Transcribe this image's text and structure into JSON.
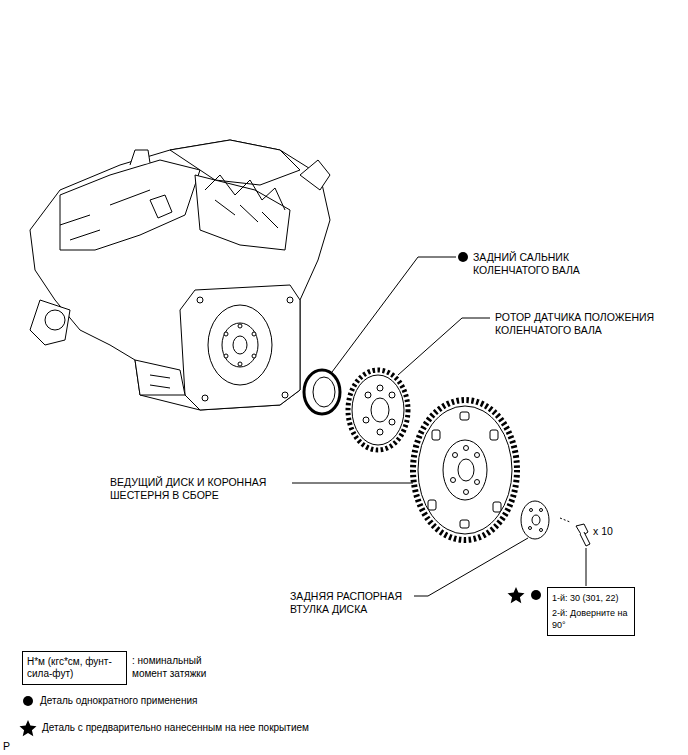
{
  "diagram": {
    "nodes": [
      {
        "text": [
          "1-й: 30 (301, 22)",
          "2-й: Доверните на 90°"
        ]
      },
      {
        "text": [
          "Н*м (кгс*см, фунт-сила-фут)"
        ]
      }
    ],
    "labels": [
      "ЗАДНИЙ САЛЬНИК КОЛЕНЧАТОГО ВАЛА",
      "РОТОР ДАТЧИКА ПОЛОЖЕНИЯ КОЛЕНЧАТОГО ВАЛА",
      "ВЕДУЩИЙ ДИСК И КОРОННАЯ ШЕСТЕРНЯ В СБОРЕ",
      "ЗАДНЯЯ РАСПОРНАЯ ВТУЛКА ДИСКА",
      "x 10",
      "P"
    ],
    "legend": [
      {
        "text": ": номинальный момент затяжки"
      },
      {
        "text": "Деталь однократного применения"
      },
      {
        "text": "Деталь с предварительно нанесенным на нее покрытием"
      }
    ]
  }
}
